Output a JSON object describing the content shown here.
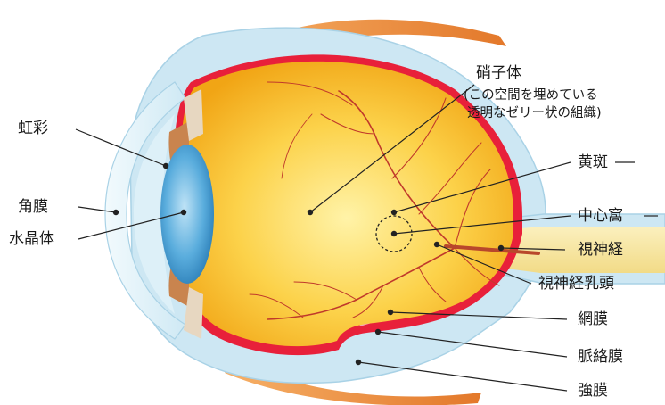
{
  "labels": {
    "iris": "虹彩",
    "cornea": "角膜",
    "lens": "水晶体",
    "vitreous": "硝子体",
    "vitreous_note_1": "(この空間を埋めている",
    "vitreous_note_2": "透明なゼリー状の組織)",
    "macula": "黄斑",
    "fovea": "中心窩",
    "optic_nerve": "視神経",
    "optic_disc": "視神経乳頭",
    "retina": "網膜",
    "choroid": "脈絡膜",
    "sclera": "強膜"
  },
  "colors": {
    "vitreous": "#F7B320",
    "vitreous_highlight": "#FFF3A8",
    "retina": "#E8203A",
    "sclera": "#CDE7F3",
    "lens": "#4FA6D9",
    "iris": "#C9844E",
    "optic_nerve": "#F6E39A",
    "muscle": "#E9893A",
    "vessel": "#C0392B",
    "leader_line": "#222222"
  }
}
